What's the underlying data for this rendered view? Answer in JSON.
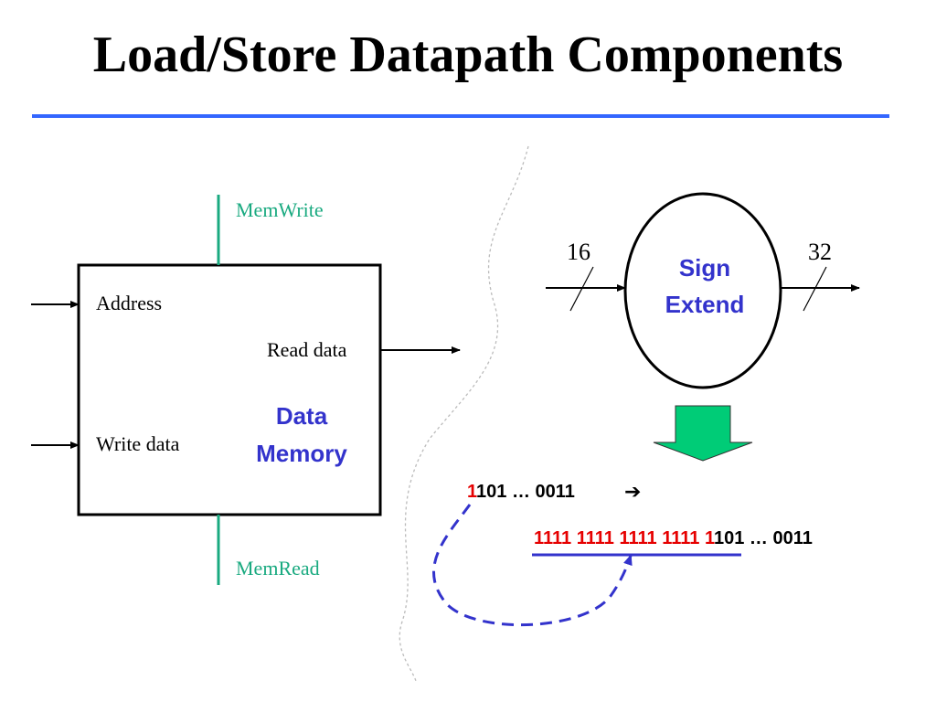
{
  "title": "Load/Store Datapath Components",
  "colors": {
    "accent": "#3366ff",
    "control": "#1aaa80",
    "unit": "#3333cc",
    "highlight": "#e60000",
    "arrow_fill": "#00cc77"
  },
  "memory": {
    "name_line1": "Data",
    "name_line2": "Memory",
    "address_label": "Address",
    "read_data_label": "Read data",
    "write_data_label": "Write data",
    "mem_write_label": "MemWrite",
    "mem_read_label": "MemRead"
  },
  "sign_extend": {
    "name_line1": "Sign",
    "name_line2": "Extend",
    "input_width": "16",
    "output_width": "32"
  },
  "example": {
    "input_msb": "1",
    "input_rest": "101 …  0011",
    "arrow_glyph": "➔",
    "output_extension": "1111 1111 1111 1111 1",
    "output_rest": "101 …  0011"
  }
}
